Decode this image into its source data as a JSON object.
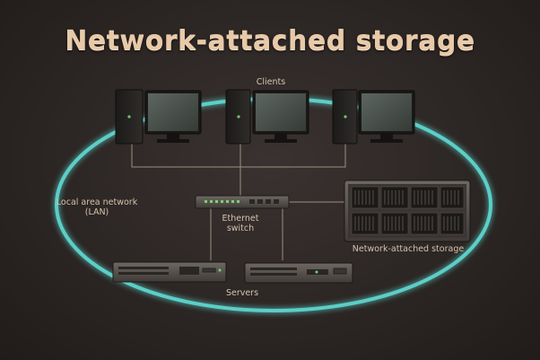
{
  "title": "Network-attached storage",
  "labels": {
    "clients": "Clients",
    "lan_line1": "Local area network",
    "lan_line2": "(LAN)",
    "switch_line1": "Ethernet",
    "switch_line2": "switch",
    "nas": "Network-attached storage",
    "servers": "Servers"
  },
  "colors": {
    "background": "#2b2522",
    "title": "#e8c9a8",
    "lan_ring": "#5ed8d0",
    "cable": "#b8a897",
    "label": "#d6c3ad"
  },
  "nodes": [
    {
      "id": "client-1",
      "type": "client-computer"
    },
    {
      "id": "client-2",
      "type": "client-computer"
    },
    {
      "id": "client-3",
      "type": "client-computer"
    },
    {
      "id": "ethernet-switch",
      "type": "switch"
    },
    {
      "id": "nas-unit",
      "type": "storage-array"
    },
    {
      "id": "server-1",
      "type": "rack-server"
    },
    {
      "id": "server-2",
      "type": "rack-server"
    }
  ],
  "edges": [
    {
      "from": "client-1",
      "to": "ethernet-switch"
    },
    {
      "from": "client-2",
      "to": "ethernet-switch"
    },
    {
      "from": "client-3",
      "to": "ethernet-switch"
    },
    {
      "from": "ethernet-switch",
      "to": "nas-unit"
    },
    {
      "from": "ethernet-switch",
      "to": "server-1"
    },
    {
      "from": "ethernet-switch",
      "to": "server-2"
    }
  ]
}
